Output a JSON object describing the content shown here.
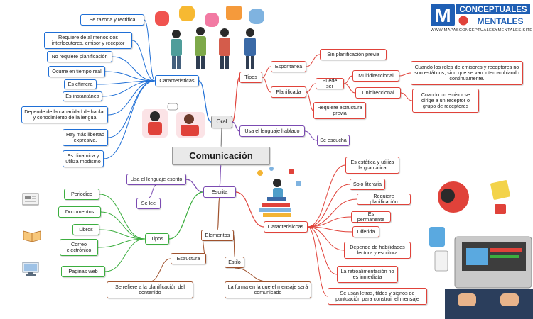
{
  "brand": {
    "logo_letter": "M",
    "line1": "CONCEPTUALES",
    "line2": "MENTALES",
    "site": "WWW.MAPASCONCEPTUALESYMENTALES.SITE"
  },
  "root": "Comunicación",
  "oral": {
    "label": "Oral",
    "caracteristicas": {
      "label": "Características",
      "items": [
        "Se razona y rectifica",
        "Requiere de al menos dos interlocutores, emisor y receptor",
        "No requiere planificación",
        "Ocurre en tiempo real",
        "Es efímera",
        "Es instantánea",
        "Depende de la capacidad de hablar y conocimiento de la lengua",
        "Hay más libertad expresiva.",
        "Es dinamica y utiliza modismo"
      ]
    },
    "tipos": {
      "label": "Tipos",
      "espontanea": {
        "label": "Espontanea",
        "child": "Sin planificación previa"
      },
      "planificada": {
        "label": "Planificada",
        "puede_ser": "Puede ser",
        "multi": {
          "label": "Multidireccional",
          "desc": "Cuando los roles de emisores y receptores no son estáticos, sino que se van intercambiando continuamente."
        },
        "uni": {
          "label": "Unidireccional",
          "desc": "Cuando un emisor se dirige a un receptor o grupo de receptores"
        },
        "requiere": "Requiere estructura previa"
      }
    },
    "usa": {
      "label": "Usa el lenguaje hablado",
      "child": "Se escucha"
    }
  },
  "escrita": {
    "label": "Escrita",
    "usa": {
      "label": "Usa el lenguaje escrito",
      "child": "Se lee"
    },
    "tipos": {
      "label": "Tipos",
      "items": [
        "Periodico",
        "Documentos",
        "Libros",
        "Correo electrónico",
        "Paginas web"
      ]
    },
    "elementos": {
      "label": "Elementos",
      "estructura": {
        "label": "Estructura",
        "child": "Se refiere a la planificación del contenido"
      },
      "estilo": {
        "label": "Estilo",
        "child": "La forma en la que el mensaje será comunicado"
      }
    },
    "caracteristicas": {
      "label": "Caracterisiccas",
      "items": [
        "Es estática y utiliza la gramática",
        "Solo literaria",
        "Requiere planificación",
        "Es permanente",
        "Diferida",
        "Depende de habilidades lectura y escritura",
        "La retroalimentación no es inmediata",
        "Se usan letras, tildes y signos de puntuación para construir el mensaje"
      ]
    }
  },
  "colors": {
    "blue": "#1f6fd6",
    "red": "#e0423a",
    "green": "#3cae3f",
    "purple": "#7b4bb2",
    "brown": "#a0522d",
    "grey": "#8a8a8a"
  }
}
